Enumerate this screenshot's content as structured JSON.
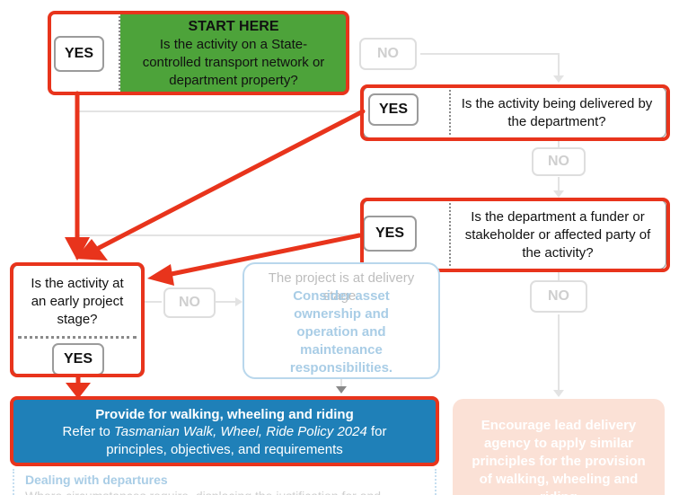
{
  "start": {
    "heading": "START HERE",
    "question": "Is the activity on a State-controlled transport network or department property?",
    "yes": "YES",
    "no": "NO"
  },
  "delivered": {
    "question": "Is the activity being delivered by the department?",
    "yes": "YES",
    "no": "NO"
  },
  "funder": {
    "question": "Is the department a funder or stakeholder or affected party of the activity?",
    "yes": "YES",
    "no": "NO"
  },
  "early": {
    "question": "Is the activity at an early project stage?",
    "yes": "YES",
    "no": "NO"
  },
  "delivery_stage": {
    "lead": "The project is at delivery stage.",
    "emphasis": "Consider asset ownership and operation and maintenance responsibilities."
  },
  "provide": {
    "title": "Provide for walking, wheeling and riding",
    "refer_prefix": "Refer to ",
    "policy": "Tasmanian Walk, Wheel, Ride Policy 2024",
    "refer_suffix": " for principles, objectives, and requirements"
  },
  "encourage": {
    "text": "Encourage lead delivery agency to apply similar principles for the provision of walking, wheeling and riding"
  },
  "departures": {
    "title": "Dealing with departures",
    "text": "Where circumstances require, displacing the justification for and"
  },
  "colors": {
    "highlight": "#e8341c",
    "start_green": "#4da33a",
    "provide_blue": "#1f80b8",
    "faded_blue": "#a9cde6",
    "faded_orange": "#fbe1d6"
  }
}
